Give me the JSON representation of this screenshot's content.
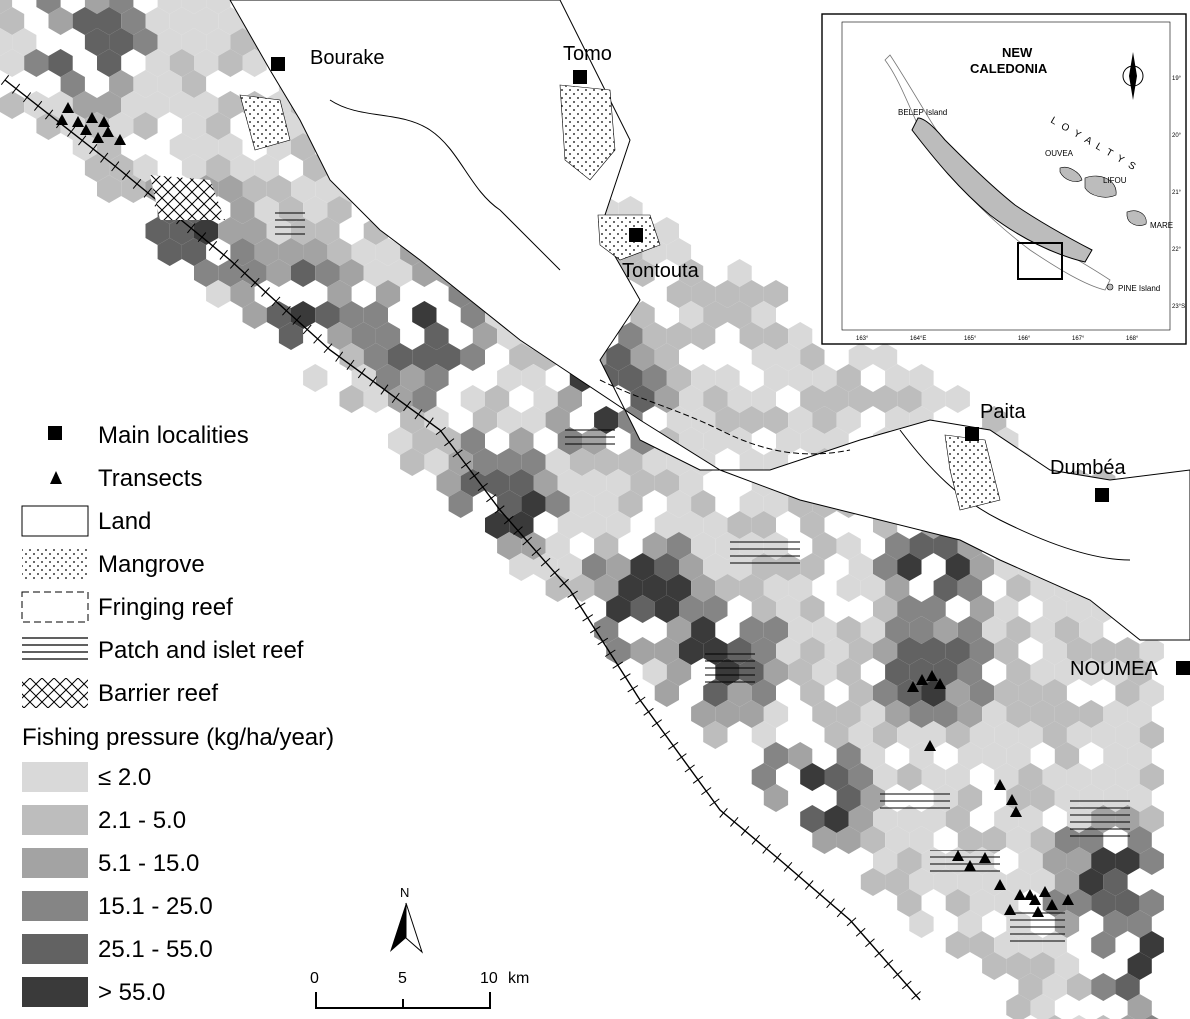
{
  "places": {
    "bourake": "Bourake",
    "tomo": "Tomo",
    "tontouta": "Tontouta",
    "paita": "Paita",
    "dumbea": "Dumbéa",
    "noumea": "NOUMEA"
  },
  "legend": {
    "main_localities": "Main localities",
    "transects": "Transects",
    "land": "Land",
    "mangrove": "Mangrove",
    "fringing_reef": "Fringing reef",
    "patch_reef": "Patch and islet reef",
    "barrier_reef": "Barrier reef",
    "fishing_title": "Fishing pressure (kg/ha/year)",
    "classes": [
      {
        "label": "≤ 2.0",
        "color": "#d9d9d9"
      },
      {
        "label": "2.1 - 5.0",
        "color": "#bdbdbd"
      },
      {
        "label": "5.1 - 15.0",
        "color": "#a3a3a3"
      },
      {
        "label": "15.1 - 25.0",
        "color": "#858585"
      },
      {
        "label": "25.1 - 55.0",
        "color": "#626262"
      },
      {
        "label": "> 55.0",
        "color": "#3a3a3a"
      }
    ]
  },
  "scale": {
    "north": "N",
    "t0": "0",
    "t5": "5",
    "t10": "10",
    "unit": "km"
  },
  "inset": {
    "title_line1": "NEW",
    "title_line2": "CALEDONIA",
    "north": "N",
    "belep": "BELEP Island",
    "loyalty": "L O Y A L T Y S",
    "ouvea": "OUVEA",
    "lifou": "LIFOU",
    "mare": "MARE",
    "pine": "PINE Island",
    "lon_ticks": [
      "163°",
      "164°E",
      "165°",
      "166°",
      "167°",
      "168°"
    ],
    "lat_ticks": [
      "19°",
      "20°",
      "21°",
      "22°",
      "23°S"
    ]
  }
}
